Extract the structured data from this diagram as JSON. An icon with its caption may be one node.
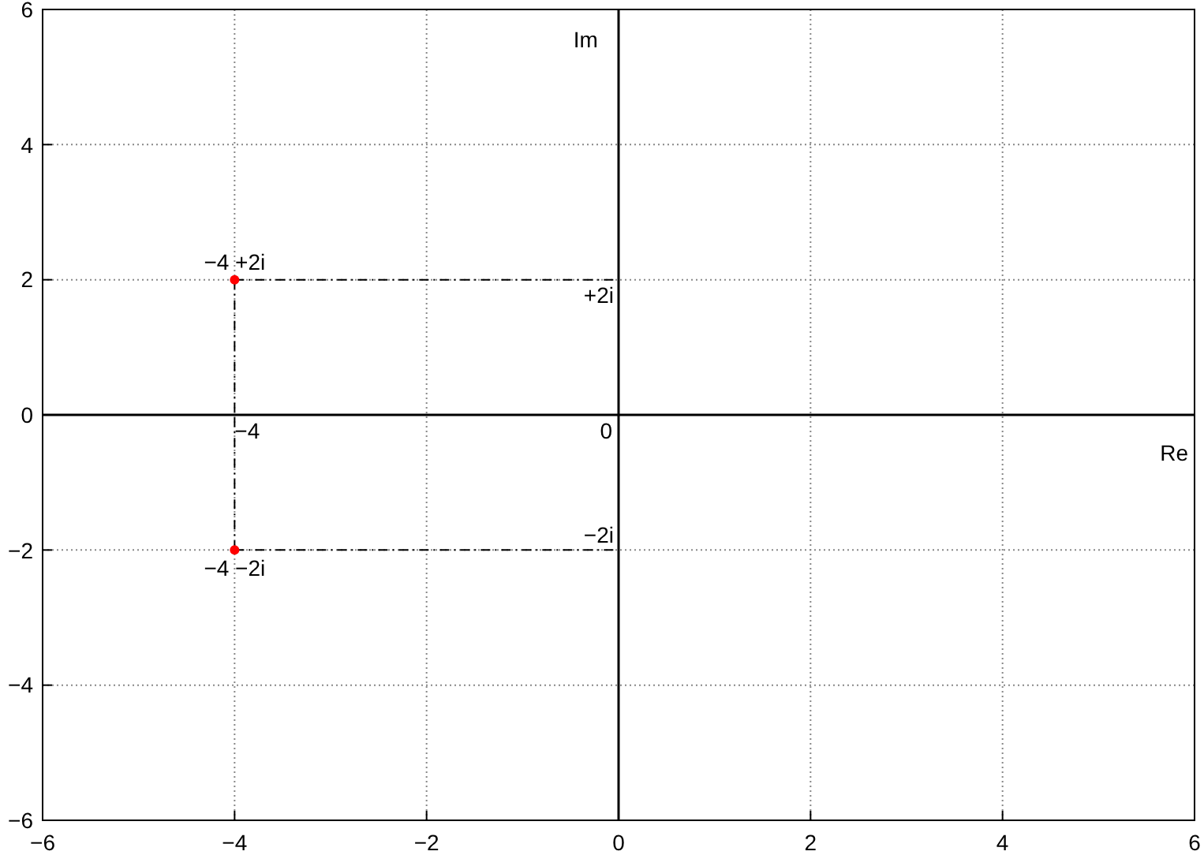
{
  "diagram": {
    "chart_data": {
      "type": "scatter",
      "x": [
        -4,
        -4
      ],
      "series": [
        {
          "color": "#ff0000",
          "values": [
            2,
            -2
          ]
        }
      ],
      "grid": true,
      "xlim": [
        -6,
        6
      ],
      "ylim": [
        -6,
        6
      ],
      "xticks": [
        {
          "value": -6,
          "label": "−6"
        },
        {
          "value": -4,
          "label": "−4"
        },
        {
          "value": -2,
          "label": "−2"
        },
        0,
        2,
        4,
        6
      ],
      "yticks": [
        {
          "value": -6,
          "label": "−6"
        },
        {
          "value": -4,
          "label": "−4"
        },
        {
          "value": -2,
          "label": "−2"
        },
        0,
        2,
        4,
        6
      ],
      "annotations": [
        "Im",
        {
          "x": -4,
          "y": 2,
          "text": "−4 +2i"
        },
        "+2i",
        "−4",
        "0",
        "Re",
        "−2i",
        {
          "x": -4,
          "y": -2,
          "text": "−4 −2i"
        }
      ]
    }
  }
}
